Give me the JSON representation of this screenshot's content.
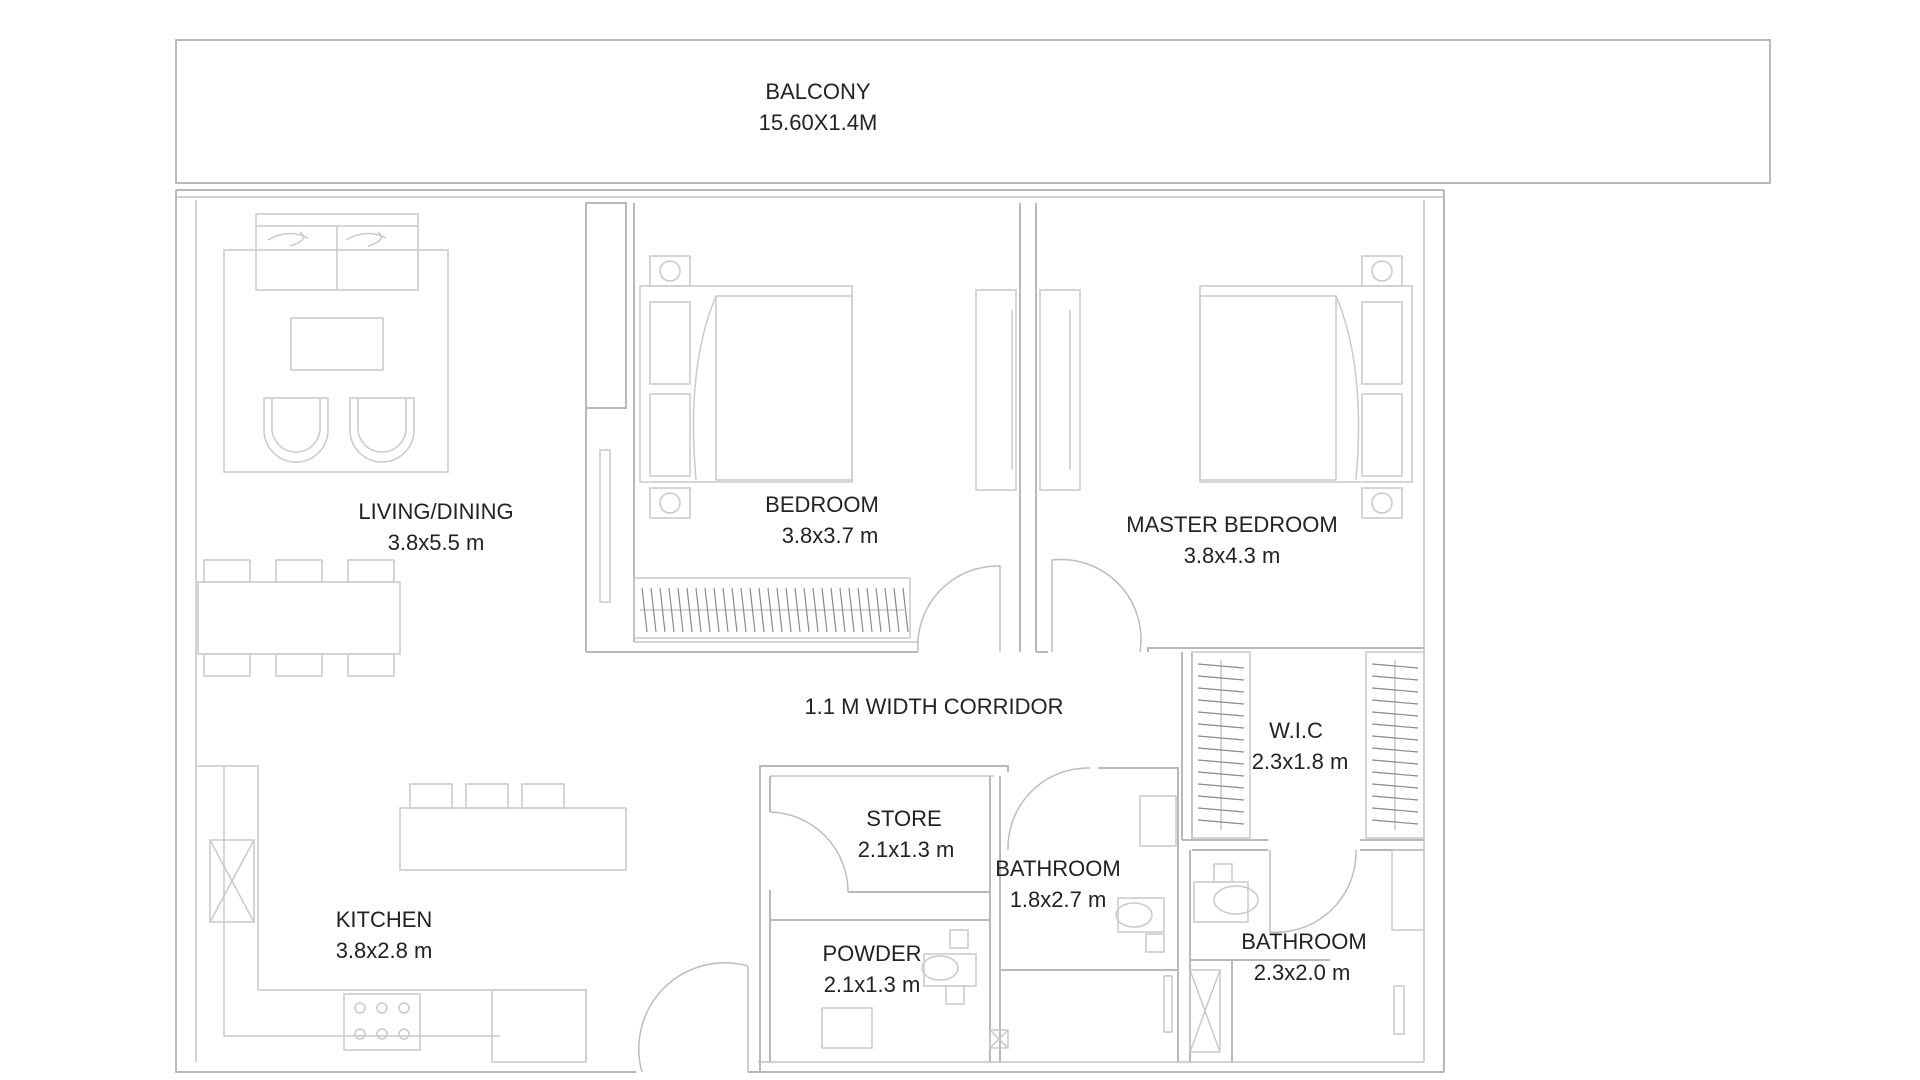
{
  "rooms": {
    "balcony": {
      "name": "BALCONY",
      "size": "15.60X1.4M"
    },
    "living_dining": {
      "name": "LIVING/DINING",
      "size": "3.8x5.5 m"
    },
    "bedroom": {
      "name": "BEDROOM",
      "size": "3.8x3.7 m"
    },
    "master_bedroom": {
      "name": "MASTER BEDROOM",
      "size": "3.8x4.3 m"
    },
    "corridor": {
      "name": "1.1 M WIDTH CORRIDOR"
    },
    "wic": {
      "name": "W.I.C",
      "size": "2.3x1.8 m"
    },
    "store": {
      "name": "STORE",
      "size": "2.1x1.3 m"
    },
    "bathroom_1": {
      "name": "BATHROOM",
      "size": "1.8x2.7 m"
    },
    "kitchen": {
      "name": "KITCHEN",
      "size": "3.8x2.8 m"
    },
    "powder": {
      "name": "POWDER",
      "size": "2.1x1.3 m"
    },
    "bathroom_2": {
      "name": "BATHROOM",
      "size": "2.3x2.0 m"
    }
  },
  "colors": {
    "wall": "#b9b9b9",
    "text": "#222222",
    "background": "#ffffff"
  }
}
